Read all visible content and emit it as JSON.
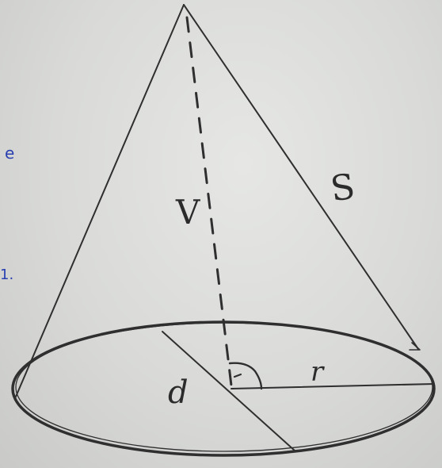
{
  "diagram": {
    "labels": {
      "slant": "S",
      "height": "V",
      "radius": "r",
      "diameter": "d"
    },
    "bleed_through": {
      "mark1": "e",
      "mark2": "1."
    },
    "colors": {
      "pencil": "#2f2f2f",
      "paper": "#dcdddb",
      "bleed_ink": "#2a3fb0"
    }
  }
}
